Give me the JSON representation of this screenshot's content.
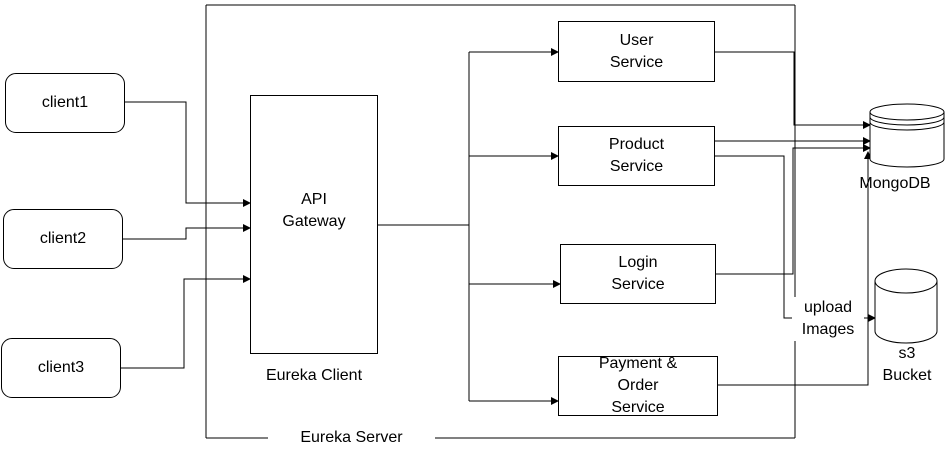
{
  "clients": [
    {
      "label": "client1"
    },
    {
      "label": "client2"
    },
    {
      "label": "client3"
    }
  ],
  "gateway": {
    "line1": "API",
    "line2": "Gateway",
    "caption": "Eureka Client"
  },
  "services": [
    {
      "line1": "User",
      "line2": "Service",
      "line3": ""
    },
    {
      "line1": "Product",
      "line2": "Service",
      "line3": ""
    },
    {
      "line1": "Login",
      "line2": "Service",
      "line3": ""
    },
    {
      "line1": "Payment &",
      "line2": "Order",
      "line3": "Service"
    }
  ],
  "mongodb": {
    "label": "MongoDB"
  },
  "s3": {
    "line1": "s3",
    "line2": "Bucket"
  },
  "upload_label": {
    "line1": "upload",
    "line2": "Images"
  },
  "eureka_server": {
    "label": "Eureka Server"
  },
  "colors": {
    "stroke": "#000000",
    "fill": "#ffffff",
    "text": "#000000"
  }
}
